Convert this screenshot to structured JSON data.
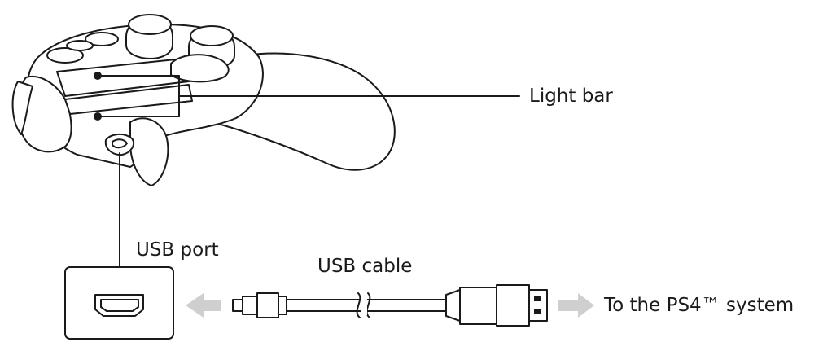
{
  "labels": {
    "light_bar": "Light bar",
    "usb_port": "USB port",
    "usb_cable": "USB cable",
    "to_system": "To the PS4™ system"
  },
  "colors": {
    "line": "#1a1a1a",
    "arrow": "#cfcfcf",
    "background": "#ffffff"
  }
}
